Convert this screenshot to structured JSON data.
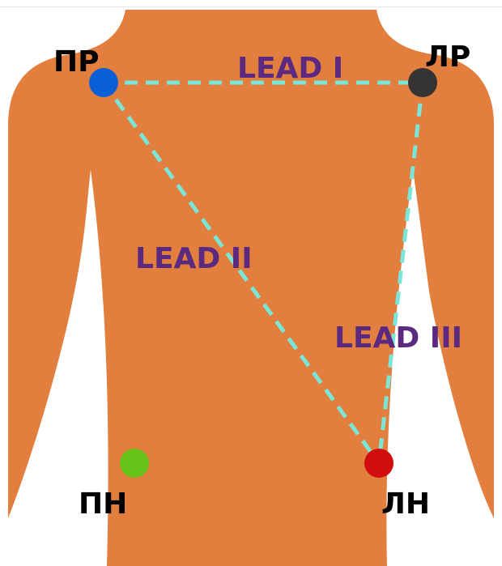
{
  "colors": {
    "skin": "#e27f3e",
    "lead_line": "#79e6d7",
    "lead_text": "#5b2a80",
    "electrode_right_arm": "#0b5fd6",
    "electrode_left_arm": "#333333",
    "electrode_left_leg": "#d20d0d",
    "electrode_right_leg": "#68c41b"
  },
  "electrodes": {
    "right_arm": {
      "label": "ПР",
      "icon": "electrode-dot"
    },
    "left_arm": {
      "label": "ЛР",
      "icon": "electrode-dot"
    },
    "left_leg": {
      "label": "ЛН",
      "icon": "electrode-dot"
    },
    "right_leg": {
      "label": "ПН",
      "icon": "electrode-dot"
    }
  },
  "leads": {
    "lead1": "LEAD I",
    "lead2": "LEAD II",
    "lead3": "LEAD III"
  }
}
